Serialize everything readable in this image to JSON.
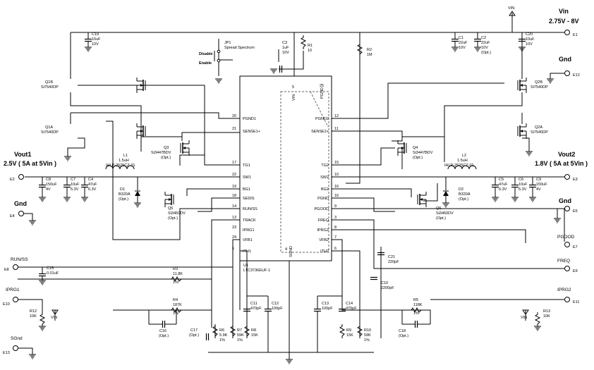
{
  "terminals": {
    "vin": {
      "name": "Vin",
      "range": "2.75V - 8V",
      "pin": "E1",
      "flag": "VIN"
    },
    "gnd_right": {
      "name": "Gnd",
      "pin": "E12"
    },
    "vout1": {
      "name": "Vout1",
      "spec": "2.5V ( 5A at 5Vin )",
      "pin": "E2"
    },
    "gnd_left": {
      "name": "Gnd",
      "pin": "E4"
    },
    "vout2": {
      "name": "Vout2",
      "spec": "1.8V ( 5A at 5Vin )",
      "pin": "E3"
    },
    "gnd_right2": {
      "name": "Gnd",
      "pin": "E5"
    },
    "pgood": {
      "name": "PGOOD",
      "pin": "E7"
    },
    "freq": {
      "name": "FREQ",
      "pin": "E9"
    },
    "iprg2": {
      "name": "IPRG2",
      "pin": "E11"
    },
    "run_ss": {
      "name": "RUN/SS",
      "pin": "E8"
    },
    "iprg1": {
      "name": "IPRG1",
      "pin": "E10"
    },
    "sgnd": {
      "name": "SGnd",
      "pin": "E13"
    }
  },
  "ic": {
    "ref": "U1",
    "part": "LTC3736EUF-1",
    "pins_left": [
      {
        "num": "20",
        "name": "PGND1"
      },
      {
        "num": "21",
        "name": "SENSE1+"
      },
      {
        "num": "17",
        "name": "TG1"
      },
      {
        "num": "22",
        "name": "SW1"
      },
      {
        "num": "19",
        "name": "BG1"
      },
      {
        "num": "18",
        "name": "SEDIS"
      },
      {
        "num": "14",
        "name": "RUN/SS"
      },
      {
        "num": "13",
        "name": "TRACK"
      },
      {
        "num": "23",
        "name": "IPRG1"
      },
      {
        "num": "24",
        "name": "VFB1"
      },
      {
        "num": "1",
        "name": "ITH1"
      }
    ],
    "pins_right": [
      {
        "num": "12",
        "name": "PGND2"
      },
      {
        "num": "11",
        "name": "SENSE2+"
      },
      {
        "num": "15",
        "name": "TG2"
      },
      {
        "num": "10",
        "name": "SW2"
      },
      {
        "num": "16",
        "name": "BG2"
      },
      {
        "num": "16",
        "name": "PGND"
      },
      {
        "num": "9",
        "name": "PGOOD"
      },
      {
        "num": "3",
        "name": "FREQ"
      },
      {
        "num": "8",
        "name": "IPRG2"
      },
      {
        "num": "7",
        "name": "VFB2"
      },
      {
        "num": "6",
        "name": "ITH2"
      }
    ],
    "pin_vin": {
      "num": "5",
      "name": "VIN"
    },
    "pin_pgnd_top": {
      "num": "25",
      "name": "PGND"
    },
    "pin_sgnd": {
      "num": "4",
      "name": "SGND"
    }
  },
  "jumper": {
    "ref": "JP1",
    "label": "Spread Spectrum",
    "opt_disable": "Disable",
    "opt_enable": "Enable"
  },
  "components": {
    "c19": {
      "ref": "C19",
      "v1": "10uF",
      "v2": "10V"
    },
    "c3": {
      "ref": "C3",
      "v1": "1uF",
      "v2": "10V"
    },
    "r1": {
      "ref": "R1",
      "v1": "10"
    },
    "r2": {
      "ref": "R2",
      "v1": "1M"
    },
    "c1": {
      "ref": "C1",
      "v1": "22uF",
      "v2": "10V"
    },
    "c2": {
      "ref": "C2",
      "v1": "22uF",
      "v2": "10V",
      "v3": "(Opt.)"
    },
    "c20": {
      "ref": "C20",
      "v1": "10uF",
      "v2": "10V"
    },
    "q1b": {
      "ref": "Q1B",
      "part": "Si7540DP"
    },
    "q1a": {
      "ref": "Q1A",
      "part": "Si7540DP"
    },
    "q2b": {
      "ref": "Q2B",
      "part": "Si7540DP"
    },
    "q2a": {
      "ref": "Q2A",
      "part": "Si7540DP"
    },
    "q3": {
      "ref": "Q3",
      "part": "Si3447BDV",
      "opt": "(Opt.)"
    },
    "q4": {
      "ref": "Q4",
      "part": "Si3447BDV",
      "opt": "(Opt.)"
    },
    "q5": {
      "ref": "Q5",
      "part": "Si3460DV",
      "opt": "(Opt.)"
    },
    "q6": {
      "ref": "Q6",
      "part": "Si3460DV",
      "opt": "(Opt.)"
    },
    "l1": {
      "ref": "L1",
      "v1": "1.5uH",
      "v2": "IHLP-2525CZ-01"
    },
    "l2": {
      "ref": "L2",
      "v1": "1.5uH",
      "v2": "IHLP-2525CZ-01"
    },
    "c8": {
      "ref": "C8",
      "v1": "150uF",
      "v2": "4V"
    },
    "c7": {
      "ref": "C7",
      "v1": "10uF",
      "v2": "6.3V"
    },
    "c4": {
      "ref": "C4",
      "v1": "47uF",
      "v2": "6.3V"
    },
    "c5": {
      "ref": "C5",
      "v1": "47uF",
      "v2": "6.3V"
    },
    "c6": {
      "ref": "C6",
      "v1": "10uF",
      "v2": "6.3V"
    },
    "c9": {
      "ref": "C9",
      "v1": "150uF",
      "v2": "4V"
    },
    "d1": {
      "ref": "D1",
      "part": "B320A",
      "opt": "(Opt.)"
    },
    "d2": {
      "ref": "D2",
      "part": "B320A",
      "opt": "(Opt.)"
    },
    "c15": {
      "ref": "C15",
      "v1": "0.01uF"
    },
    "r3": {
      "ref": "R3",
      "v1": "11.8K",
      "v2": "1%"
    },
    "r4": {
      "ref": "R4",
      "v1": "187K",
      "v2": "1%"
    },
    "r5": {
      "ref": "R5",
      "v1": "118K",
      "v2": "1%"
    },
    "c21": {
      "ref": "C21",
      "v1": "220pF"
    },
    "c10": {
      "ref": "C10",
      "v1": "2200pF"
    },
    "r12": {
      "ref": "R12",
      "v1": "10K",
      "flag": "VIN"
    },
    "r13": {
      "ref": "R13",
      "v1": "10K",
      "flag": "VIN"
    },
    "c16": {
      "ref": "C16",
      "v1": "(Opt.)"
    },
    "c17": {
      "ref": "C17",
      "v1": "(Opt.)"
    },
    "c18": {
      "ref": "C18",
      "v1": "(Opt.)"
    },
    "r6": {
      "ref": "R6",
      "v1": "5.9K",
      "v2": "1%"
    },
    "r7": {
      "ref": "R7",
      "v1": "59K",
      "v2": "1%"
    },
    "r8": {
      "ref": "R8",
      "v1": "15K"
    },
    "c11": {
      "ref": "C11",
      "v1": "470pF"
    },
    "c12": {
      "ref": "C12",
      "v1": "100pF"
    },
    "c13": {
      "ref": "C13",
      "v1": "100pF"
    },
    "c14": {
      "ref": "C14",
      "v1": "470pF"
    },
    "r9": {
      "ref": "R9",
      "v1": "15K"
    },
    "r10": {
      "ref": "R10",
      "v1": "59K",
      "v2": "1%"
    }
  }
}
